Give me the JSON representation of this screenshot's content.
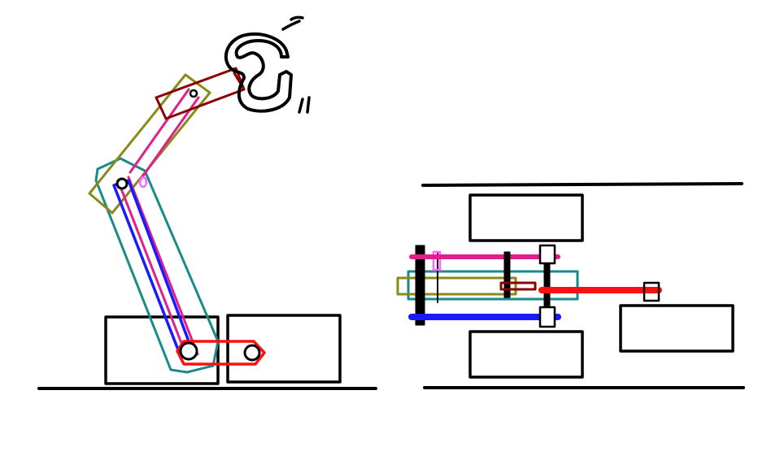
{
  "colors": {
    "background": "#ffffff",
    "outline": "#000000",
    "teal_link": "#1a8a8a",
    "olive_link": "#8a8a1a",
    "magenta_rod": "#e0208a",
    "blue_rod": "#1a1aff",
    "red_crank": "#ff1010",
    "dark_red_clamp": "#8b0000",
    "light_magenta_pin": "#ff66ff"
  },
  "figures": [
    {
      "id": "side-view",
      "icon": "robot-arm-side-view-drawing"
    },
    {
      "id": "top-view",
      "icon": "robot-arm-top-view-drawing"
    }
  ],
  "gripper": {
    "icon": "gripper-claw-icon",
    "motion_marks": "motion-lines"
  }
}
